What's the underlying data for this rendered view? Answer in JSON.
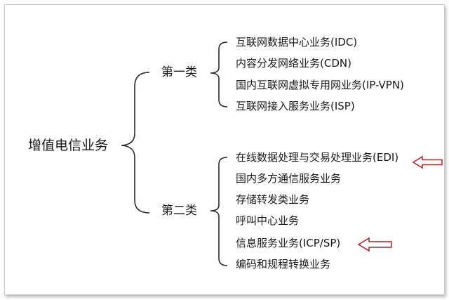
{
  "root": "增值电信业务",
  "categories": [
    {
      "name": "第一类",
      "items": [
        "互联网数据中心业务(IDC)",
        "内容分发网络业务(CDN)",
        "国内互联网虚拟专用网业务(IP-VPN)",
        "互联网接入服务业务(ISP)"
      ]
    },
    {
      "name": "第二类",
      "items": [
        "在线数据处理与交易处理业务(EDI)",
        "国内多方通信服务业务",
        "存储转发类业务",
        "呼叫中心业务",
        "信息服务业务(ICP/SP)",
        "编码和规程转换业务"
      ]
    }
  ],
  "highlighted": [
    "在线数据处理与交易处理业务(EDI)",
    "信息服务业务(ICP/SP)"
  ],
  "colors": {
    "line": "#2b2b2b",
    "text": "#1a1a1a",
    "arrow": "#b0202a"
  }
}
